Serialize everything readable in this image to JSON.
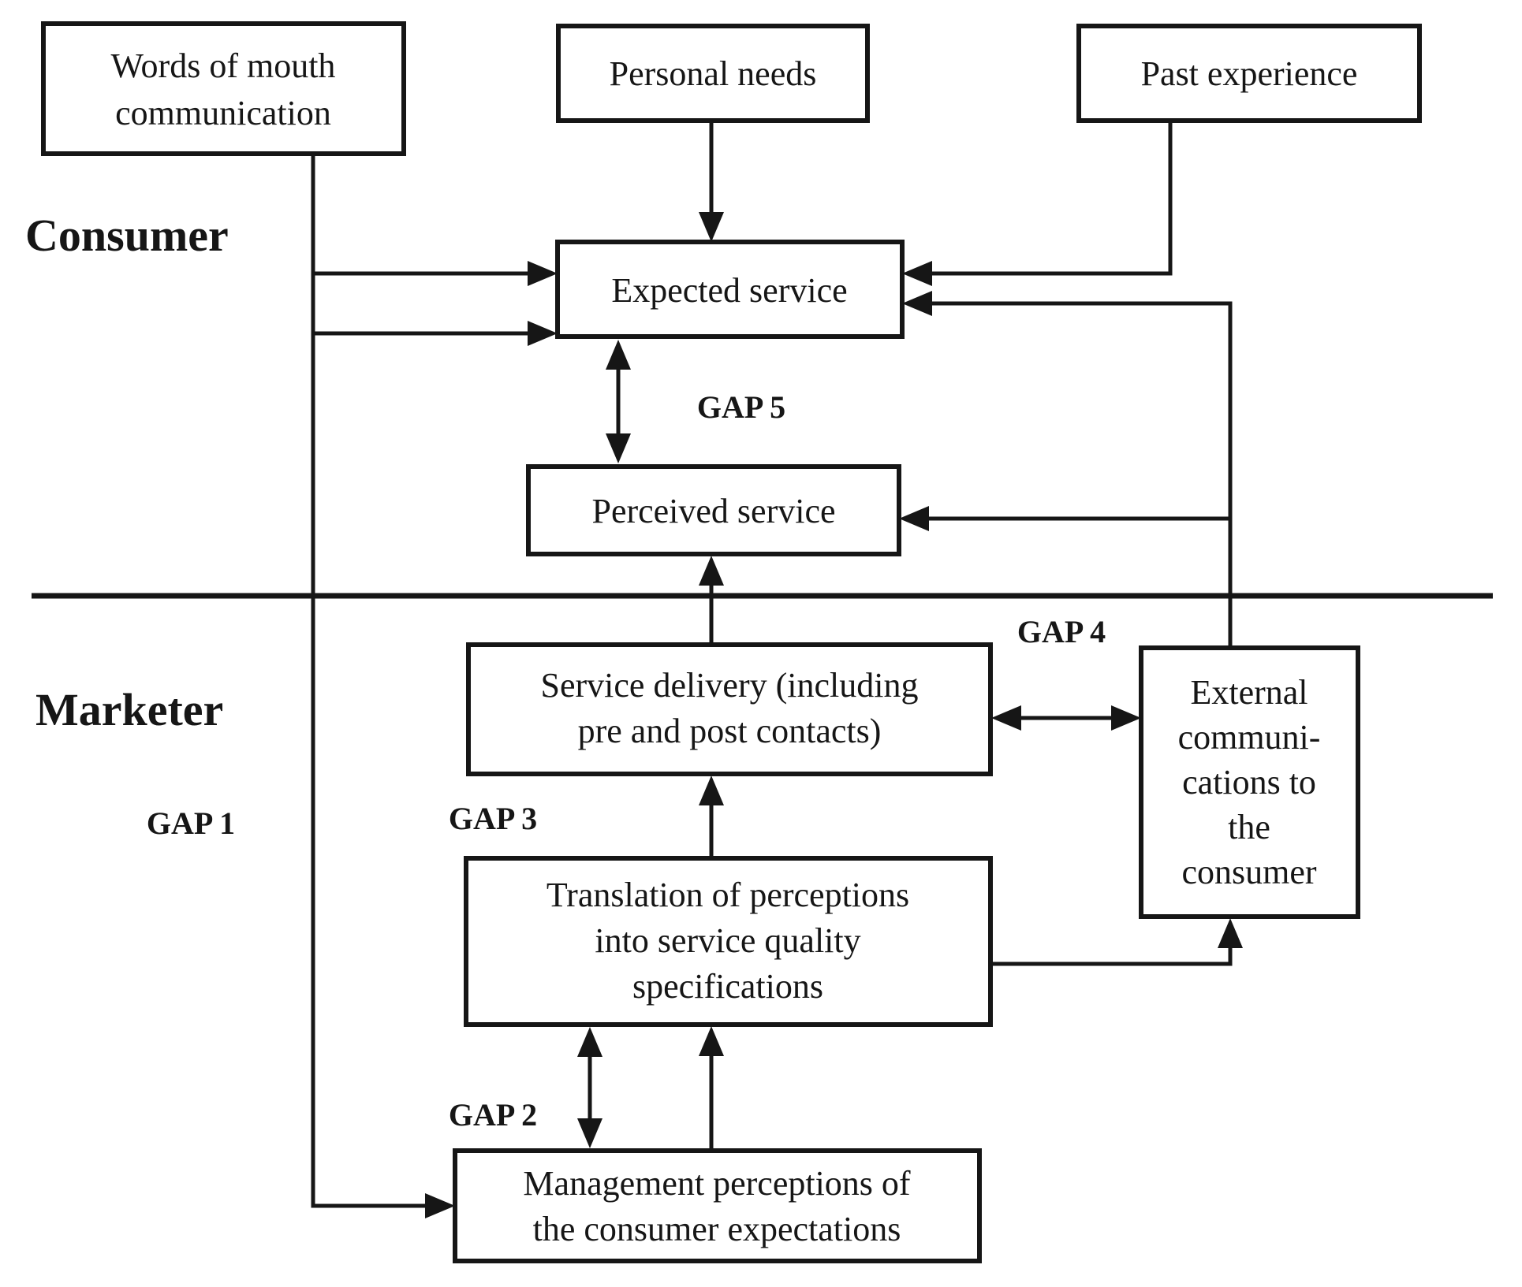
{
  "diagram": {
    "section_labels": {
      "consumer": "Consumer",
      "marketer": "Marketer"
    },
    "boxes": {
      "words_of_mouth": {
        "lines": [
          "Words of mouth",
          "communication"
        ]
      },
      "personal_needs": {
        "lines": [
          "Personal needs"
        ]
      },
      "past_experience": {
        "lines": [
          "Past experience"
        ]
      },
      "expected_service": {
        "lines": [
          "Expected service"
        ]
      },
      "perceived_service": {
        "lines": [
          "Perceived service"
        ]
      },
      "service_delivery": {
        "lines": [
          "Service delivery (including",
          "pre and post contacts)"
        ]
      },
      "external_communications": {
        "lines": [
          "External",
          "communi-",
          "cations to",
          "the",
          "consumer"
        ]
      },
      "translation": {
        "lines": [
          "Translation of perceptions",
          "into service quality",
          "specifications"
        ]
      },
      "management_perceptions": {
        "lines": [
          "Management perceptions of",
          "the consumer expectations"
        ]
      }
    },
    "gap_labels": {
      "gap1": "GAP 1",
      "gap2": "GAP 2",
      "gap3": "GAP 3",
      "gap4": "GAP 4",
      "gap5": "GAP 5"
    },
    "colors": {
      "ink": "#161616",
      "background": "#ffffff"
    }
  }
}
